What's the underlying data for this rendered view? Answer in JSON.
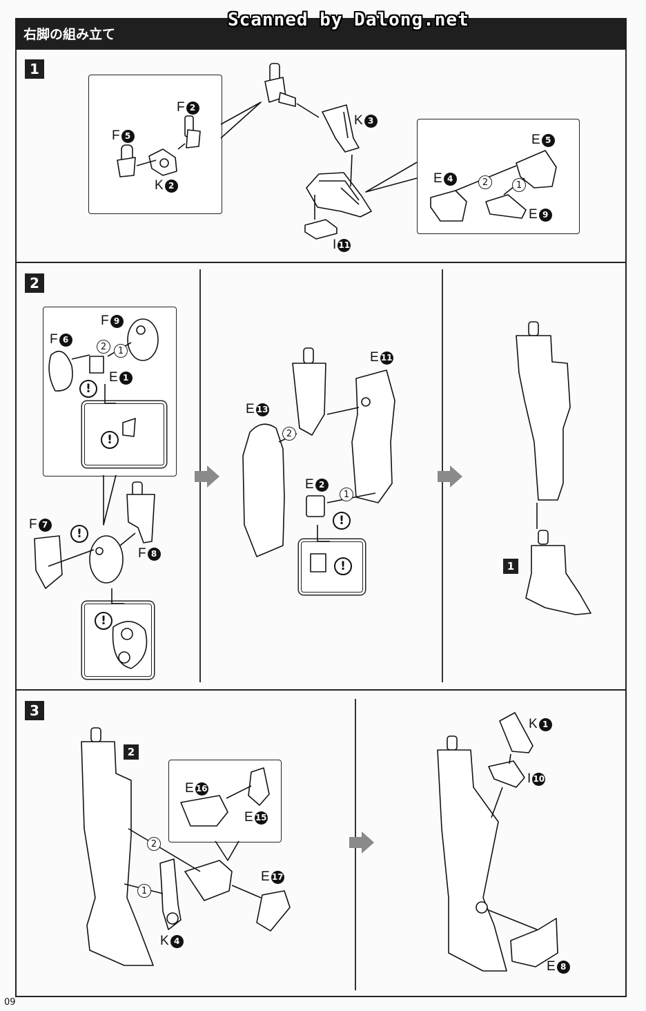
{
  "header": {
    "title": "右脚の組み立て",
    "watermark": "Scanned by Dalong.net"
  },
  "page_number": "09",
  "steps": [
    {
      "number": "1",
      "parts": [
        {
          "letter": "F",
          "num": "2"
        },
        {
          "letter": "F",
          "num": "5"
        },
        {
          "letter": "K",
          "num": "2"
        },
        {
          "letter": "K",
          "num": "3"
        },
        {
          "letter": "I",
          "num": "11"
        },
        {
          "letter": "E",
          "num": "5"
        },
        {
          "letter": "E",
          "num": "4"
        },
        {
          "letter": "E",
          "num": "9"
        }
      ],
      "orders": [
        "2",
        "1"
      ]
    },
    {
      "number": "2",
      "parts": [
        {
          "letter": "F",
          "num": "9"
        },
        {
          "letter": "F",
          "num": "6"
        },
        {
          "letter": "E",
          "num": "1"
        },
        {
          "letter": "F",
          "num": "7"
        },
        {
          "letter": "F",
          "num": "8"
        },
        {
          "letter": "E",
          "num": "11"
        },
        {
          "letter": "E",
          "num": "13"
        },
        {
          "letter": "E",
          "num": "2"
        }
      ],
      "orders": [
        "2",
        "1",
        "2",
        "1"
      ],
      "ref": "1",
      "caution": "!"
    },
    {
      "number": "3",
      "parts": [
        {
          "letter": "E",
          "num": "16"
        },
        {
          "letter": "E",
          "num": "15"
        },
        {
          "letter": "E",
          "num": "17"
        },
        {
          "letter": "K",
          "num": "4"
        },
        {
          "letter": "K",
          "num": "1"
        },
        {
          "letter": "I",
          "num": "10"
        },
        {
          "letter": "E",
          "num": "8"
        }
      ],
      "orders": [
        "2",
        "1"
      ],
      "ref": "2"
    }
  ]
}
